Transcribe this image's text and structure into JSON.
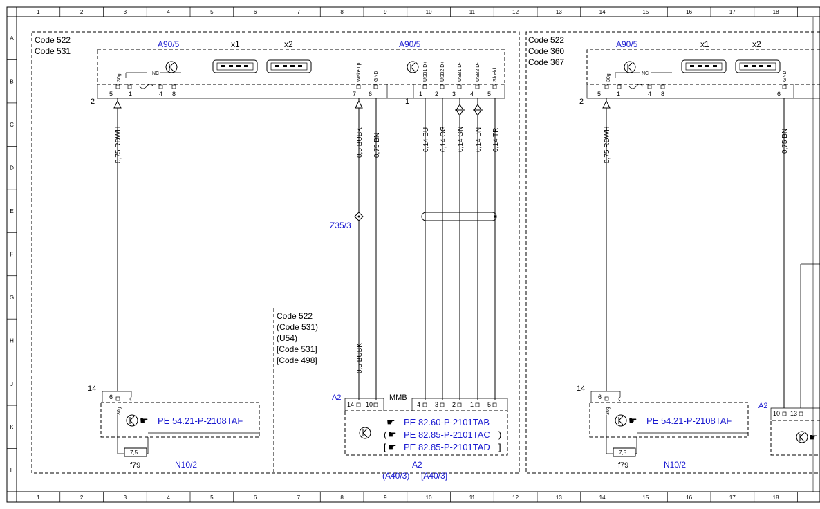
{
  "grid": {
    "cols": [
      "1",
      "2",
      "3",
      "4",
      "5",
      "6",
      "7",
      "8",
      "9",
      "10",
      "11",
      "12",
      "13",
      "14",
      "15",
      "16",
      "17",
      "18"
    ],
    "rows": [
      "A",
      "B",
      "C",
      "D",
      "E",
      "F",
      "G",
      "H",
      "J",
      "K",
      "L"
    ]
  },
  "colors": {
    "component_ref": "#1a1ad0",
    "line": "#000000"
  },
  "left_frame": {
    "codes": [
      "Code 522",
      "Code 531"
    ]
  },
  "right_frame": {
    "codes": [
      "Code 522",
      "Code 360",
      "Code 367"
    ]
  },
  "notes_codes": [
    "Code 522",
    "(Code 531)",
    "(U54)",
    "[Code 531]",
    "[Code 498]"
  ],
  "usb_box": {
    "ref_left": "A90/5",
    "ref_right": "A90/5",
    "port1": "x1",
    "port2": "x2",
    "nc": "NC",
    "connector_id": "2",
    "connector_id_2": "1",
    "pins_left": [
      "5",
      "1",
      "4",
      "8"
    ],
    "pins_mid": [
      "7",
      "6"
    ],
    "pins_right": [
      "1",
      "2",
      "3",
      "4",
      "5"
    ],
    "pin_labels": [
      "30g",
      "Wake up",
      "GND",
      "USB1 D+",
      "USB2 D+",
      "USB1 D-",
      "USB2 D-",
      "Shield"
    ]
  },
  "usb_box_right": {
    "ref": "A90/5",
    "port1": "x1",
    "port2": "x2",
    "nc": "NC",
    "connector_id": "2",
    "pins_left": [
      "5",
      "1",
      "4",
      "8"
    ],
    "pin_gnd": "6",
    "pin_labels": [
      "30g",
      "GND"
    ]
  },
  "wires": {
    "rdwh": "0,75 RDWH",
    "bubk": "0,5 BUBK",
    "bn": "0,75 BN",
    "bu": "0,14 BU",
    "og": "0,14 OG",
    "gn": "0,14 GN",
    "bn14": "0,14 BN",
    "tr": "0,14 TR",
    "bubk_lower": "0,5 BUBK",
    "bn_right": "0,75 BN"
  },
  "splice": "Z35/3",
  "n10_left": {
    "wire_ref": "14l",
    "pin": "6",
    "pin_label": "30g",
    "pe": "PE 54.21-P-2108TAF",
    "fuse_value": "7,5",
    "fuse": "f79",
    "ref": "N10/2"
  },
  "a2": {
    "ref_top": "A2",
    "pins_left": [
      "14",
      "10"
    ],
    "mmb": "MMB",
    "pins_right": [
      "4",
      "3",
      "2",
      "1",
      "5"
    ],
    "pe1": "PE 82.60-P-2101TAB",
    "pe2": "PE 82.85-P-2101TAC",
    "pe3": "PE 82.85-P-2101TAD",
    "paren_open": "(",
    "paren_close": ")",
    "bracket_open": "[",
    "bracket_close": "]",
    "ref": "A2",
    "ref_alt1": "(A40/3)",
    "ref_alt2": "[A40/3]"
  },
  "n10_right": {
    "wire_ref": "14l",
    "pin": "6",
    "pin_label": "30g",
    "pe": "PE 54.21-P-2108TAF",
    "fuse_value": "7,5",
    "fuse": "f79",
    "ref": "N10/2"
  },
  "a2_right": {
    "ref": "A2",
    "pins": [
      "10",
      "13"
    ]
  }
}
